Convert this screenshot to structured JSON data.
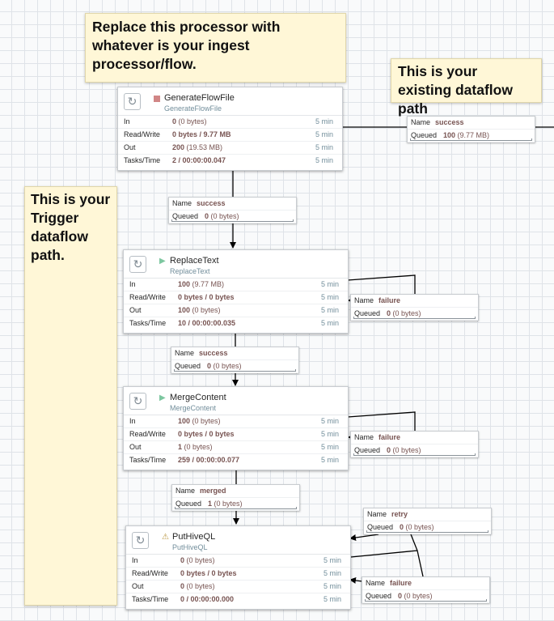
{
  "labels": {
    "replace_note": "Replace this processor with whatever is your ingest processor/flow.",
    "existing_note": "This is your existing dataflow path",
    "trigger_note": "This is your Trigger dataflow path."
  },
  "stat_labels": {
    "in": "In",
    "rw": "Read/Write",
    "out": "Out",
    "tasks": "Tasks/Time",
    "period": "5 min"
  },
  "conn_labels": {
    "name": "Name",
    "queued": "Queued"
  },
  "colors": {
    "stopped": "#d18686",
    "running": "#7dc7a0",
    "warning": "#ba9640",
    "canvas": "#f9fafb",
    "label_bg": "#fff7d7"
  },
  "processors": {
    "generate": {
      "name": "GenerateFlowFile",
      "type": "GenerateFlowFile",
      "status_icon": "stopped-square-icon",
      "in_v": "0",
      "in_s": " (0 bytes)",
      "rw_v": "0 bytes / 9.77 MB",
      "out_v": "200",
      "out_s": " (19.53 MB)",
      "tasks_v": "2 / 00:00:00.047"
    },
    "replace": {
      "name": "ReplaceText",
      "type": "ReplaceText",
      "status_icon": "running-triangle-icon",
      "in_v": "100",
      "in_s": " (9.77 MB)",
      "rw_v": "0 bytes / 0 bytes",
      "out_v": "100",
      "out_s": " (0 bytes)",
      "tasks_v": "10 / 00:00:00.035"
    },
    "merge": {
      "name": "MergeContent",
      "type": "MergeContent",
      "status_icon": "running-triangle-icon",
      "in_v": "100",
      "in_s": " (0 bytes)",
      "rw_v": "0 bytes / 0 bytes",
      "out_v": "1",
      "out_s": " (0 bytes)",
      "tasks_v": "259 / 00:00:00.077"
    },
    "puthive": {
      "name": "PutHiveQL",
      "type": "PutHiveQL",
      "status_icon": "warning-icon",
      "in_v": "0",
      "in_s": " (0 bytes)",
      "rw_v": "0 bytes / 0 bytes",
      "out_v": "0",
      "out_s": " (0 bytes)",
      "tasks_v": "0 / 00:00:00.000"
    }
  },
  "connections": {
    "existing_success": {
      "name": "success",
      "q_v": "100",
      "q_s": " (9.77 MB)"
    },
    "gen_success": {
      "name": "success",
      "q_v": "0",
      "q_s": " (0 bytes)"
    },
    "replace_failure": {
      "name": "failure",
      "q_v": "0",
      "q_s": " (0 bytes)"
    },
    "replace_success": {
      "name": "success",
      "q_v": "0",
      "q_s": " (0 bytes)"
    },
    "merge_failure": {
      "name": "failure",
      "q_v": "0",
      "q_s": " (0 bytes)"
    },
    "merge_merged": {
      "name": "merged",
      "q_v": "1",
      "q_s": " (0 bytes)"
    },
    "hive_retry": {
      "name": "retry",
      "q_v": "0",
      "q_s": " (0 bytes)"
    },
    "hive_failure": {
      "name": "failure",
      "q_v": "0",
      "q_s": " (0 bytes)"
    }
  }
}
